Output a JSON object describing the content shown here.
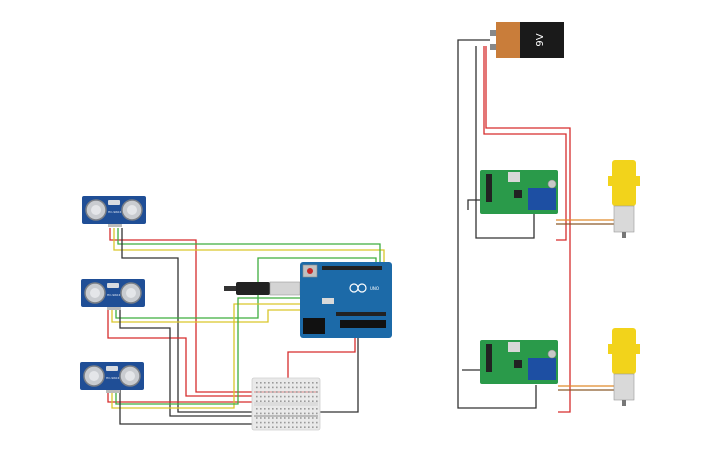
{
  "battery": {
    "label": "9V"
  },
  "sensors": [
    {
      "label": "HC-SR04"
    },
    {
      "label": "HC-SR04"
    },
    {
      "label": "HC-SR04"
    }
  ],
  "arduino": {
    "label": "UNO"
  },
  "colors": {
    "wire_red": "#d62c2c",
    "wire_black": "#333333",
    "wire_green": "#3fae3f",
    "wire_yellow": "#d9c62b",
    "wire_orange": "#e08a2a",
    "wire_brown": "#8a5a2a",
    "sensor_blue": "#1f4e96",
    "arduino_blue": "#1c6aa8",
    "driver_green": "#2a9a4a",
    "motor_yellow": "#f2d31b"
  }
}
